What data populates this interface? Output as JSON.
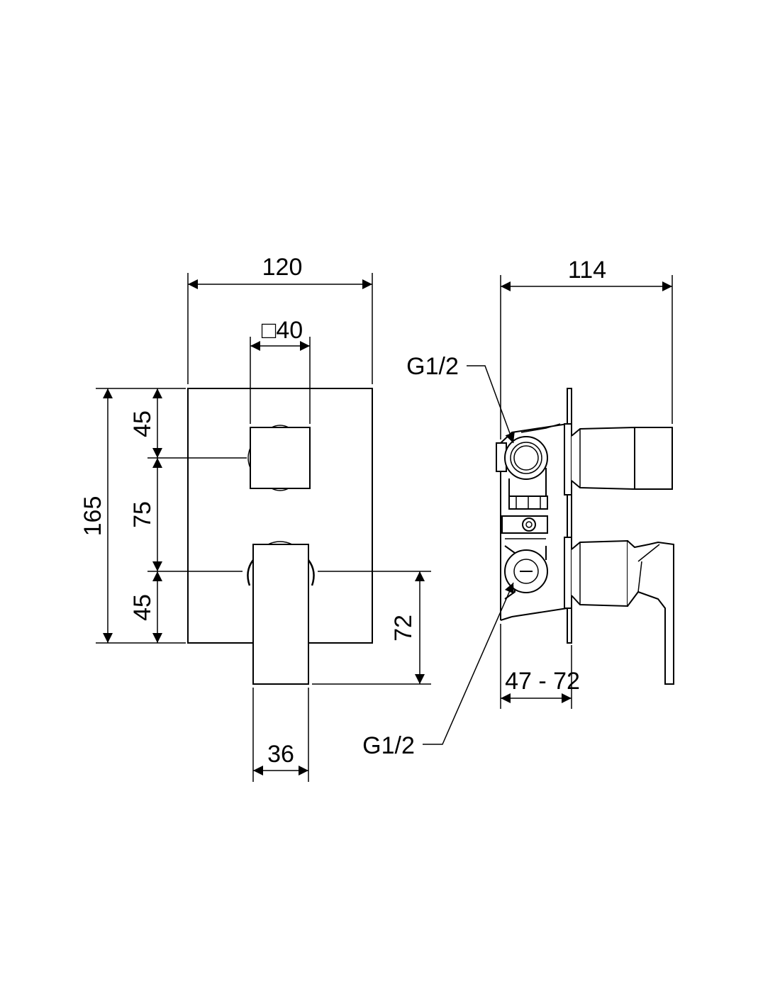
{
  "front_view": {
    "width_label": "120",
    "knob_size_label": "□40",
    "height_label": "165",
    "top_offset_label": "45",
    "middle_offset_label": "75",
    "bottom_offset_label": "45",
    "lever_drop_label": "72",
    "lever_width_label": "36"
  },
  "side_view": {
    "depth_label": "114",
    "upper_connection_label": "G1/2",
    "lower_connection_label": "G1/2",
    "installation_range_label": "47 - 72"
  },
  "colors": {
    "line": "#000000",
    "background": "#ffffff"
  }
}
